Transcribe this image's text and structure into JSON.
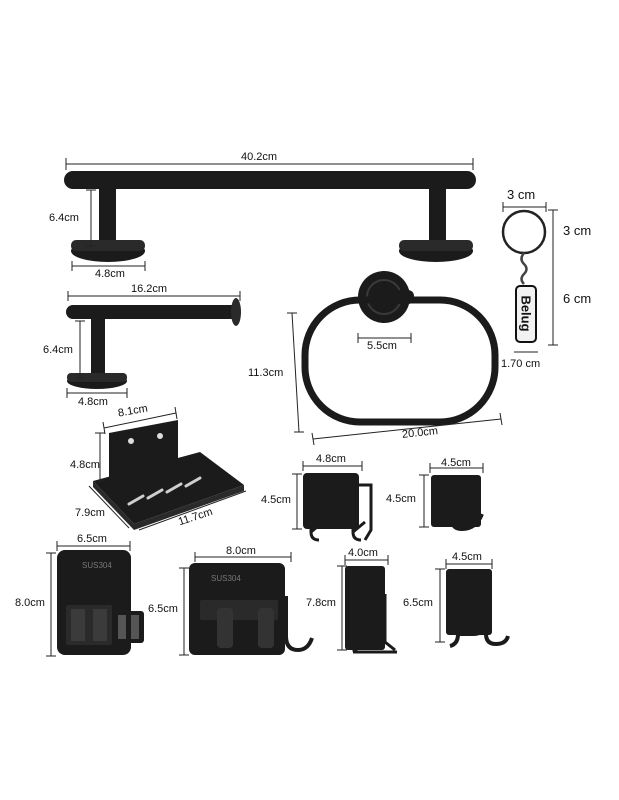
{
  "colors": {
    "background": "#ffffff",
    "product": "#1b1b1b",
    "keychain_tag": "#f2f2f2"
  },
  "towel_bar": {
    "length": "40.2cm",
    "height": "6.4cm",
    "base": "4.8cm"
  },
  "paper_holder": {
    "length": "16.2cm",
    "height": "6.4cm",
    "base": "4.8cm"
  },
  "towel_ring": {
    "base": "5.5cm",
    "height": "11.3cm",
    "width": "20.0cm"
  },
  "keychain": {
    "ring_width": "3 cm",
    "ring_height": "3 cm",
    "tag_height": "6 cm",
    "tag_width": "1.70 cm",
    "tag_text": "Belug"
  },
  "soap_dish": {
    "back_width": "8.1cm",
    "back_height": "4.8cm",
    "depth": "7.9cm",
    "width": "11.7cm"
  },
  "sponge_holder": {
    "width": "4.8cm",
    "height": "4.5cm"
  },
  "single_hook": {
    "width": "4.5cm",
    "height": "4.5cm"
  },
  "shower_holder_small": {
    "width": "6.5cm",
    "height": "8.0cm",
    "side": "6.5cm",
    "stamp": "SUS304"
  },
  "shower_holder_hook": {
    "width": "8.0cm",
    "stamp": "SUS304"
  },
  "razor_holder": {
    "width": "4.0cm",
    "height": "7.8cm"
  },
  "double_hook": {
    "width": "4.5cm",
    "height": "6.5cm"
  }
}
